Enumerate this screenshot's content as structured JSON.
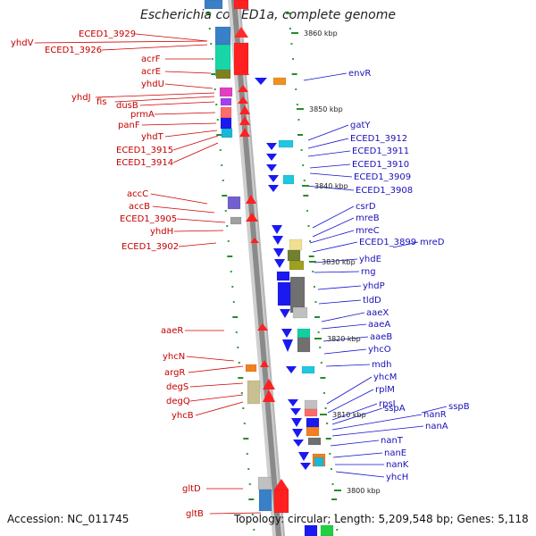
{
  "title": "Escherichia coli ED1a, complete genome",
  "footer": {
    "accession": "Accession: NC_011745",
    "topology": "Topology: circular; Length: 5,209,548 bp; Genes: 5,118"
  },
  "colors": {
    "left_label": "#c40000",
    "right_label": "#1a10b8",
    "backbone": "#8a8a8a",
    "tick_major": "#2a8a2a",
    "leader_left": "#d00000",
    "leader_right": "#1010d0"
  },
  "kbp_markers": [
    "3860 kbp",
    "3850 kbp",
    "3840 kbp",
    "3830 kbp",
    "3820 kbp",
    "3810 kbp",
    "3800 kbp"
  ],
  "left_labels": [
    "ECED1_3929",
    "yhdV",
    "ECED1_3926",
    "acrF",
    "acrE",
    "yhdU",
    "yhdJ",
    "fis",
    "dusB",
    "prmA",
    "panF",
    "yhdT",
    "ECED1_3915",
    "ECED1_3914",
    "accC",
    "accB",
    "ECED1_3905",
    "yhdH",
    "ECED1_3902",
    "aaeR",
    "yhcN",
    "argR",
    "degS",
    "degQ",
    "yhcB",
    "gltD",
    "gltB"
  ],
  "right_labels": [
    "envR",
    "gatY",
    "ECED1_3912",
    "ECED1_3911",
    "ECED1_3910",
    "ECED1_3909",
    "ECED1_3908",
    "csrD",
    "mreB",
    "mreC",
    "ECED1_3899",
    "mreD",
    "yhdE",
    "rng",
    "yhdP",
    "tldD",
    "aaeX",
    "aaeA",
    "aaeB",
    "yhcO",
    "mdh",
    "yhcM",
    "rplM",
    "rpsI",
    "sspA",
    "sspB",
    "nanR",
    "nanA",
    "nanT",
    "nanE",
    "nanK",
    "yhcH"
  ]
}
